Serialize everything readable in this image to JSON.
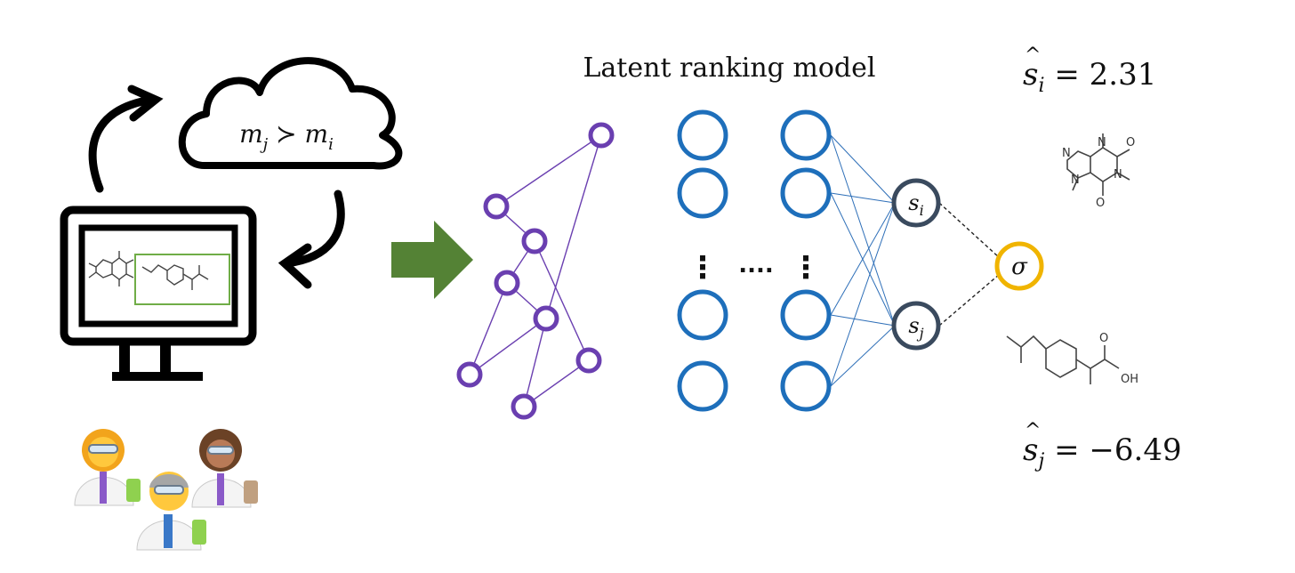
{
  "title": "Latent ranking model",
  "cloud_text": {
    "left": "m",
    "left_sub": "j",
    "relation": "≻",
    "right": "m",
    "right_sub": "i"
  },
  "score_i": {
    "symbol": "s",
    "sub": "i",
    "equals": "=",
    "value": "2.31"
  },
  "score_j": {
    "symbol": "s",
    "sub": "j",
    "equals": "=",
    "value": "−6.49"
  },
  "node_si": {
    "symbol": "s",
    "sub": "i"
  },
  "node_sj": {
    "symbol": "s",
    "sub": "j"
  },
  "sigma": "σ",
  "ellipsis_vertical": "⋮",
  "ellipsis_horizontal": "....",
  "molecule_labels": {
    "oxygen": "O",
    "nitrogen": "N",
    "hydroxyl": "OH"
  },
  "colors": {
    "graph": "#6a3fb0",
    "layer": "#1e6fbb",
    "score_node": "#3a4a5e",
    "sigma": "#f0b400",
    "arrow": "#548235",
    "outline": "#000000"
  }
}
